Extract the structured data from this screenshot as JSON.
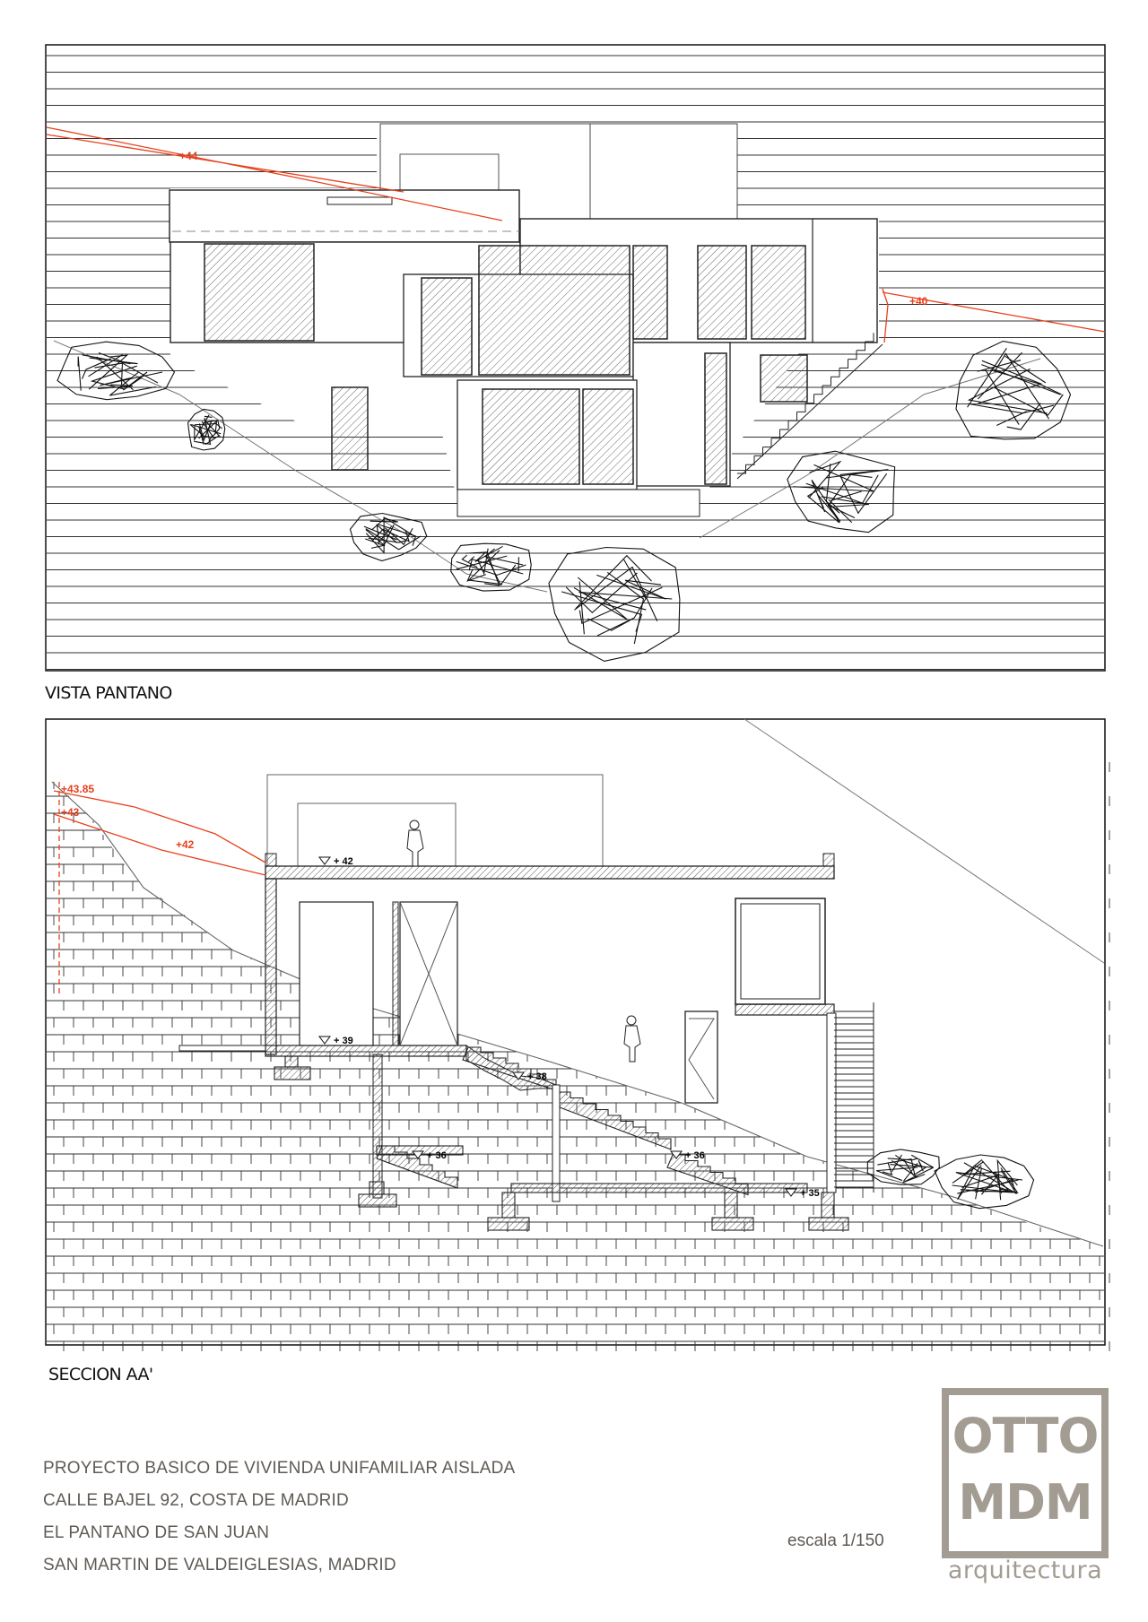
{
  "elevation": {
    "caption": "VISTA PANTANO",
    "level_marks": [
      "+44",
      "+40"
    ]
  },
  "section": {
    "caption": "SECCION AA'",
    "level_marks_red": [
      "+43.85",
      "+43",
      "+42"
    ],
    "level_marks_black": [
      "+ 42",
      "+ 39",
      "+ 38",
      "+ 36",
      "+ 36",
      "+ 35"
    ]
  },
  "project": {
    "lines": [
      "PROYECTO BASICO DE VIVIENDA UNIFAMILIAR AISLADA",
      "CALLE BAJEL 92, COSTA DE MADRID",
      "EL PANTANO DE SAN JUAN",
      "SAN MARTIN DE VALDEIGLESIAS, MADRID"
    ],
    "scale": "escala 1/150"
  },
  "logo": {
    "line1": "OTTO",
    "line2": "MDM",
    "subtitle": "arquitectura"
  },
  "colors": {
    "level_red": "#e8401c",
    "logo_grey": "#a39c93",
    "text_grey": "#5f5a55",
    "line": "#222222",
    "hatch": "#555555"
  }
}
